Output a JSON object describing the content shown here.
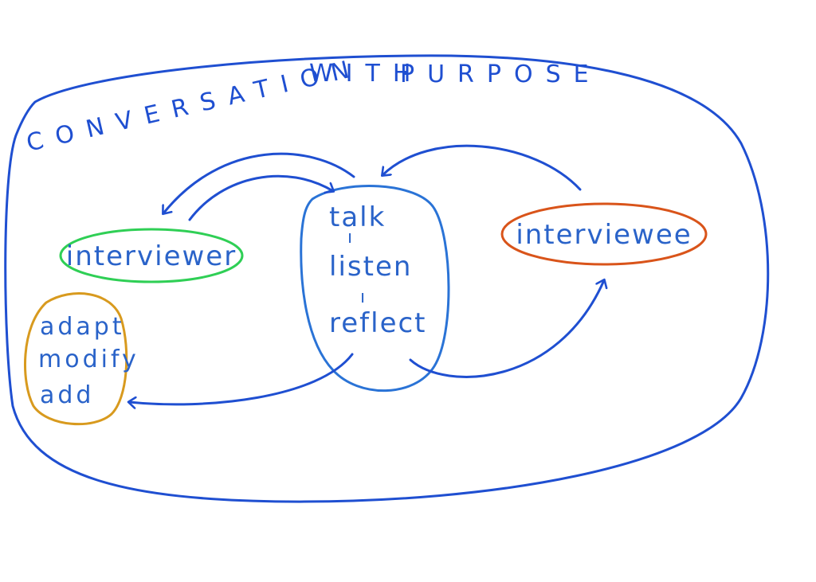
{
  "title": {
    "part1": "CONVERSATION",
    "part2": "WITH",
    "part3": "PURPOSE"
  },
  "nodes": {
    "interviewer": "interviewer",
    "interviewee": "interviewee",
    "center": [
      "talk",
      "listen",
      "reflect"
    ],
    "center_separators": [
      "ı",
      "ı"
    ],
    "actions": [
      "adapt",
      "modify",
      "add"
    ]
  },
  "colors": {
    "ink_blue": "#1f4fd1",
    "text_blue": "#2a63c9",
    "interviewer_border": "#2fcf55",
    "interviewee_border": "#d9541a",
    "actions_border": "#d89a1e",
    "center_border": "#2a73d6"
  }
}
